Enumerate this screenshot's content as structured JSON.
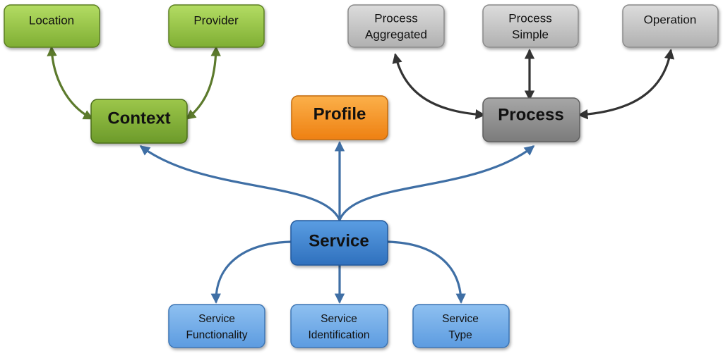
{
  "nodes": {
    "location": {
      "label": "Location"
    },
    "provider": {
      "label": "Provider"
    },
    "context": {
      "label": "Context"
    },
    "profile": {
      "label": "Profile"
    },
    "process_aggregated": {
      "line1": "Process",
      "line2": "Aggregated"
    },
    "process_simple": {
      "line1": "Process",
      "line2": "Simple"
    },
    "operation": {
      "label": "Operation"
    },
    "process": {
      "label": "Process"
    },
    "service": {
      "label": "Service"
    },
    "service_functionality": {
      "line1": "Service",
      "line2": "Functionality"
    },
    "service_identification": {
      "line1": "Service",
      "line2": "Identification"
    },
    "service_type": {
      "line1": "Service",
      "line2": "Type"
    }
  },
  "colors": {
    "green_fill": "#8cbc3e",
    "green_stroke": "#5b7f22",
    "green_arrow": "#5c7a2c",
    "orange_fill": "#f7941d",
    "orange_stroke": "#c46a0c",
    "gray_fill": "#bdbdbd",
    "gray_stroke": "#8a8a8a",
    "dark_gray_fill": "#8f8f8f",
    "dark_gray_stroke": "#5e5e5e",
    "gray_arrow": "#333333",
    "blue_fill": "#3b83d0",
    "blue_stroke": "#23599b",
    "light_blue_fill": "#6ea9e6",
    "light_blue_stroke": "#3d74b3",
    "blue_arrow": "#3f6fa5"
  }
}
